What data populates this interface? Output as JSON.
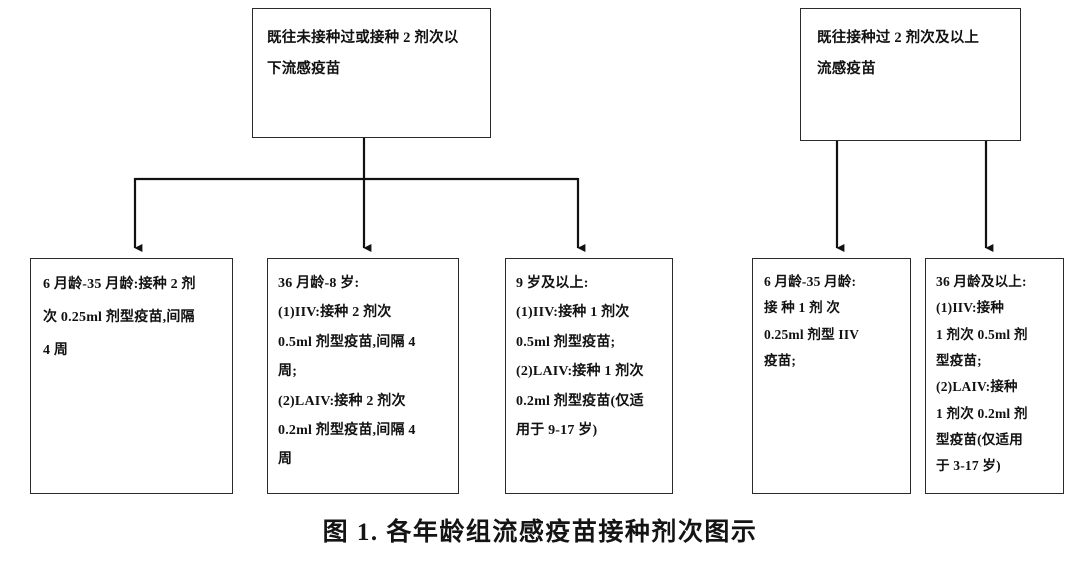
{
  "figure": {
    "caption": "图 1. 各年龄组流感疫苗接种剂次图示",
    "type": "flowchart",
    "line_color": "#2b2b2b",
    "background": "#ffffff"
  },
  "nodes": {
    "prev_none_or_lt2": {
      "id": "prev-none-or-lt2",
      "lines": [
        "既往未接种过或接种 2 剂次以",
        "下流感疫苗"
      ]
    },
    "prev_ge2": {
      "id": "prev-ge2",
      "lines": [
        "既往接种过 2 剂次及以上",
        "流感疫苗"
      ]
    },
    "age_6m_35m_a": {
      "id": "age-6m-35m-a",
      "lines": [
        "6 月龄-35 月龄:接种 2 剂",
        "次 0.25ml 剂型疫苗,间隔",
        "4 周"
      ]
    },
    "age_36m_8y": {
      "id": "age-36m-8y",
      "lines": [
        "36 月龄-8 岁:",
        "(1)IIV:接种 2 剂次",
        "0.5ml 剂型疫苗,间隔 4",
        "周;",
        "(2)LAIV:接种 2 剂次",
        "0.2ml 剂型疫苗,间隔 4",
        "周"
      ]
    },
    "age_9y_plus": {
      "id": "age-9y-plus",
      "lines": [
        "9 岁及以上:",
        "(1)IIV:接种 1 剂次",
        "0.5ml 剂型疫苗;",
        "(2)LAIV:接种 1 剂次",
        "0.2ml 剂型疫苗(仅适",
        "用于 9-17 岁)"
      ]
    },
    "age_6m_35m_b": {
      "id": "age-6m-35m-b",
      "lines": [
        "6 月龄-35 月龄:",
        "接 种 1 剂 次",
        "0.25ml 剂型 IIV",
        "疫苗;"
      ]
    },
    "age_36m_plus": {
      "id": "age-36m-plus",
      "lines": [
        "36 月龄及以上:",
        "(1)IIV:接种",
        "1 剂次 0.5ml 剂",
        "型疫苗;",
        "(2)LAIV:接种",
        "1 剂次 0.2ml 剂",
        "型疫苗(仅适用",
        "于 3-17 岁)"
      ]
    }
  },
  "edges": [
    {
      "from": "prev-none-or-lt2",
      "to": "age-6m-35m-a",
      "style": "elbow-arrow"
    },
    {
      "from": "prev-none-or-lt2",
      "to": "age-36m-8y",
      "style": "straight-arrow"
    },
    {
      "from": "prev-none-or-lt2",
      "to": "age-9y-plus",
      "style": "elbow-arrow"
    },
    {
      "from": "prev-ge2",
      "to": "age-6m-35m-b",
      "style": "straight-arrow"
    },
    {
      "from": "prev-ge2",
      "to": "age-36m-plus",
      "style": "straight-arrow"
    }
  ]
}
